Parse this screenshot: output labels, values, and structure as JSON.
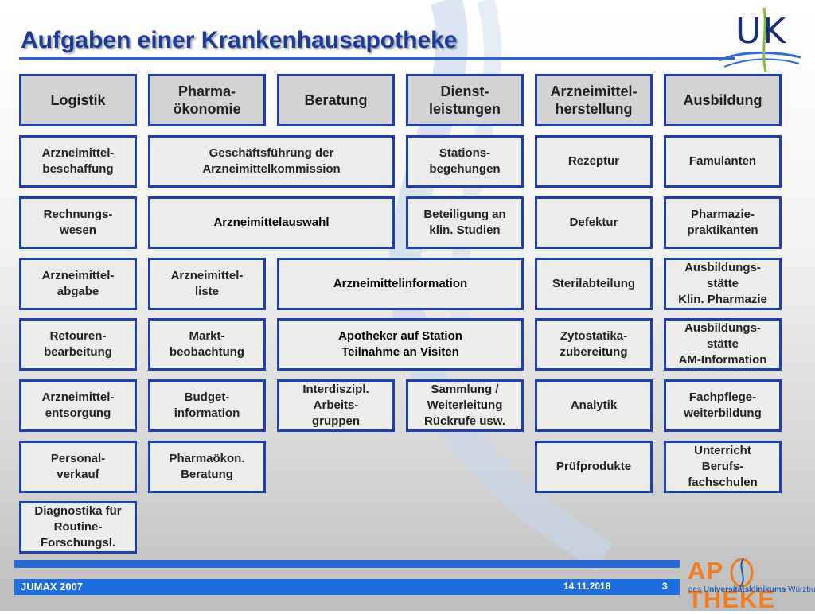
{
  "title": "Aufgaben einer Krankenhausapotheke",
  "logo": {
    "text": "UK"
  },
  "headers": [
    "Logistik",
    "Pharma-\nökonomie",
    "Beratung",
    "Dienst-\nleistungen",
    "Arzneimittel-\nherstellung",
    "Ausbildung"
  ],
  "cells": {
    "c1": [
      "Arzneimittel-\nbeschaffung",
      "Rechnungs-\nwesen",
      "Arzneimittel-\nabgabe",
      "Retouren-\nbearbeitung",
      "Arzneimittel-\nentsorgung",
      "Personal-\nverkauf",
      "Diagnostika für\nRoutine-\nForschungsl."
    ],
    "c2": [
      "Arzneimittel-\nliste",
      "Markt-\nbeobachtung",
      "Budget-\ninformation",
      "Pharmaökon.\nBeratung"
    ],
    "c23": [
      "Geschäftsführung der\nArzneimittelkommission",
      "Arzneimittelauswahl"
    ],
    "c3": [
      "Interdiszipl.\nArbeits-\ngruppen"
    ],
    "c34": [
      "Arzneimittelinformation",
      "Apotheker auf Station\nTeilnahme an Visiten"
    ],
    "c4": [
      "Stations-\nbegehungen",
      "Beteiligung an\nklin. Studien",
      "Sammlung /\nWeiterleitung\nRückrufe usw."
    ],
    "c5": [
      "Rezeptur",
      "Defektur",
      "Sterilabteilung",
      "Zytostatika-\nzubereitung",
      "Analytik",
      "Prüfprodukte"
    ],
    "c6": [
      "Famulanten",
      "Pharmazie-\npraktikanten",
      "Ausbildungs-\nstätte\nKlin. Pharmazie",
      "Ausbildungs-\nstätte\nAM-Information",
      "Fachpflege-\nweiterbildung",
      "Unterricht\nBerufs-\nfachschulen"
    ]
  },
  "footer": {
    "left": "JUMAX 2007",
    "date": "14.11.2018",
    "page": "3"
  },
  "brand": {
    "word": "AP THEKE",
    "sub_prefix": "des ",
    "sub_bold": "Universitätsklinikums",
    "sub_suffix": " Würzburg"
  },
  "colors": {
    "title": "#1b3a9a",
    "border": "#1d3fb0",
    "accent_bar": "#1e6ee0",
    "brand_orange": "#f07d1f"
  }
}
